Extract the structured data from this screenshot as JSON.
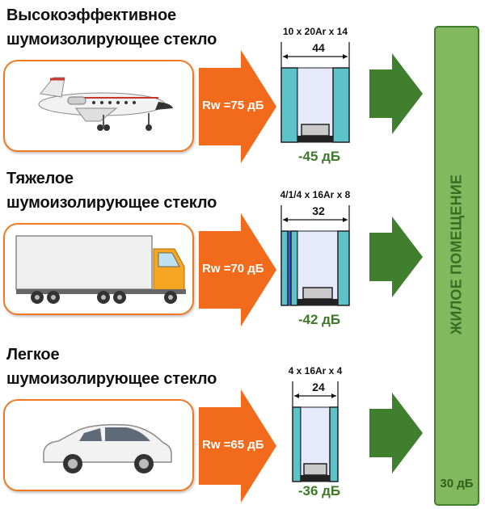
{
  "rows": [
    {
      "title_line1": "Высокоэффективное",
      "title_line2": "шумоизолирующее стекло",
      "vehicle_icon": "airplane-icon",
      "rw": "Rw =75 дБ",
      "spec": "10 x 20Ar x 14",
      "width": "44",
      "reduction": "-45 дБ"
    },
    {
      "title_line1": "Тяжелое",
      "title_line2": "шумоизолирующее стекло",
      "vehicle_icon": "truck-icon",
      "rw": "Rw =70 дБ",
      "spec": "4/1/4 x 16Ar x 8",
      "width": "32",
      "reduction": "-42 дБ"
    },
    {
      "title_line1": "Легкое",
      "title_line2": "шумоизолирующее стекло",
      "vehicle_icon": "car-icon",
      "rw": "Rw =65 дБ",
      "spec": "4 x 16Ar x 4",
      "width": "24",
      "reduction": "-36 дБ"
    }
  ],
  "living_room": {
    "label": "ЖИЛОЕ ПОМЕЩЕНИЕ",
    "level": "30 дБ"
  },
  "colors": {
    "orange": "#f26b1d",
    "green_dark": "#3f7f2e",
    "green_light": "#82b95f",
    "glass": "#5bc3c9",
    "air_gap": "#e6e8fb"
  }
}
